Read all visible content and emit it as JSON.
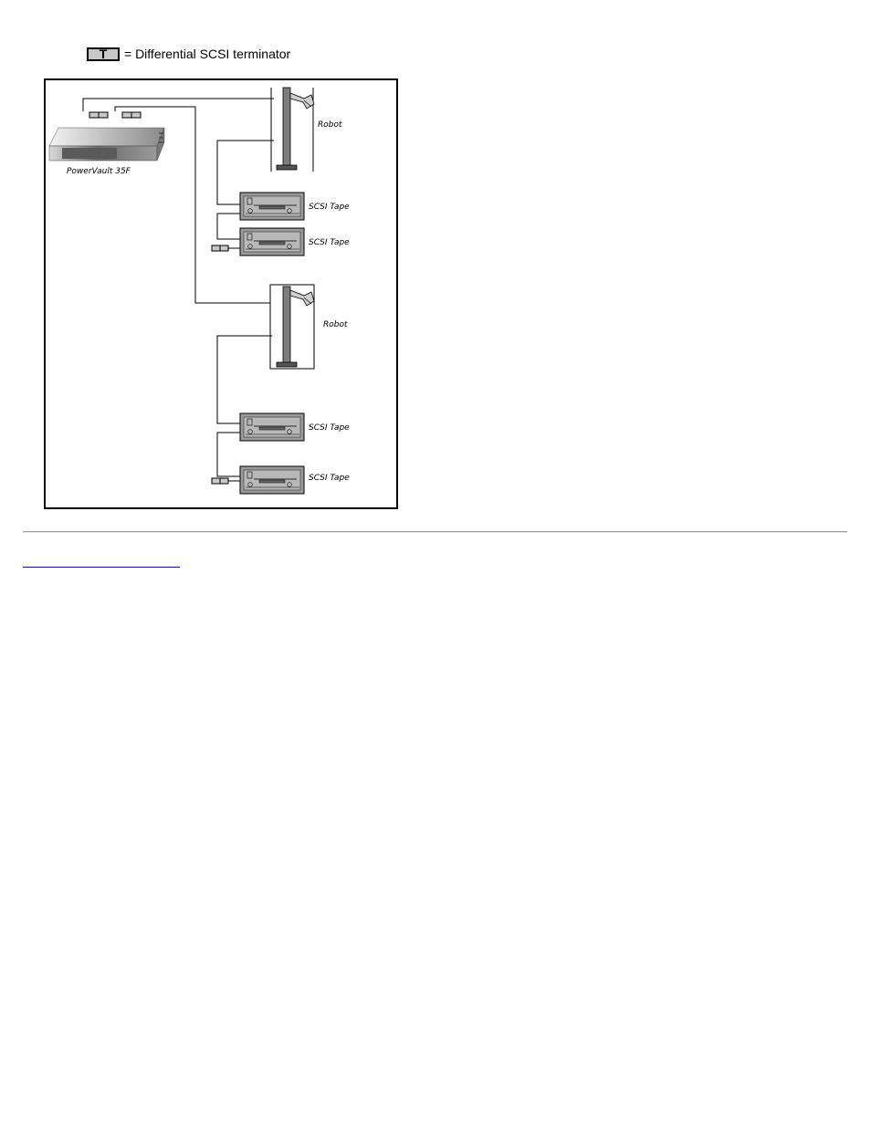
{
  "legend": {
    "symbol": "T",
    "text": "= Differential SCSI terminator"
  },
  "diagram": {
    "server_label": "PowerVault 35F",
    "robot_label_1": "Robot",
    "robot_label_2": "Robot",
    "tape_label_1": "SCSI Tape",
    "tape_label_2": "SCSI Tape",
    "tape_label_3": "SCSI Tape",
    "tape_label_4": "SCSI Tape"
  },
  "footer": {
    "back_link": ""
  }
}
